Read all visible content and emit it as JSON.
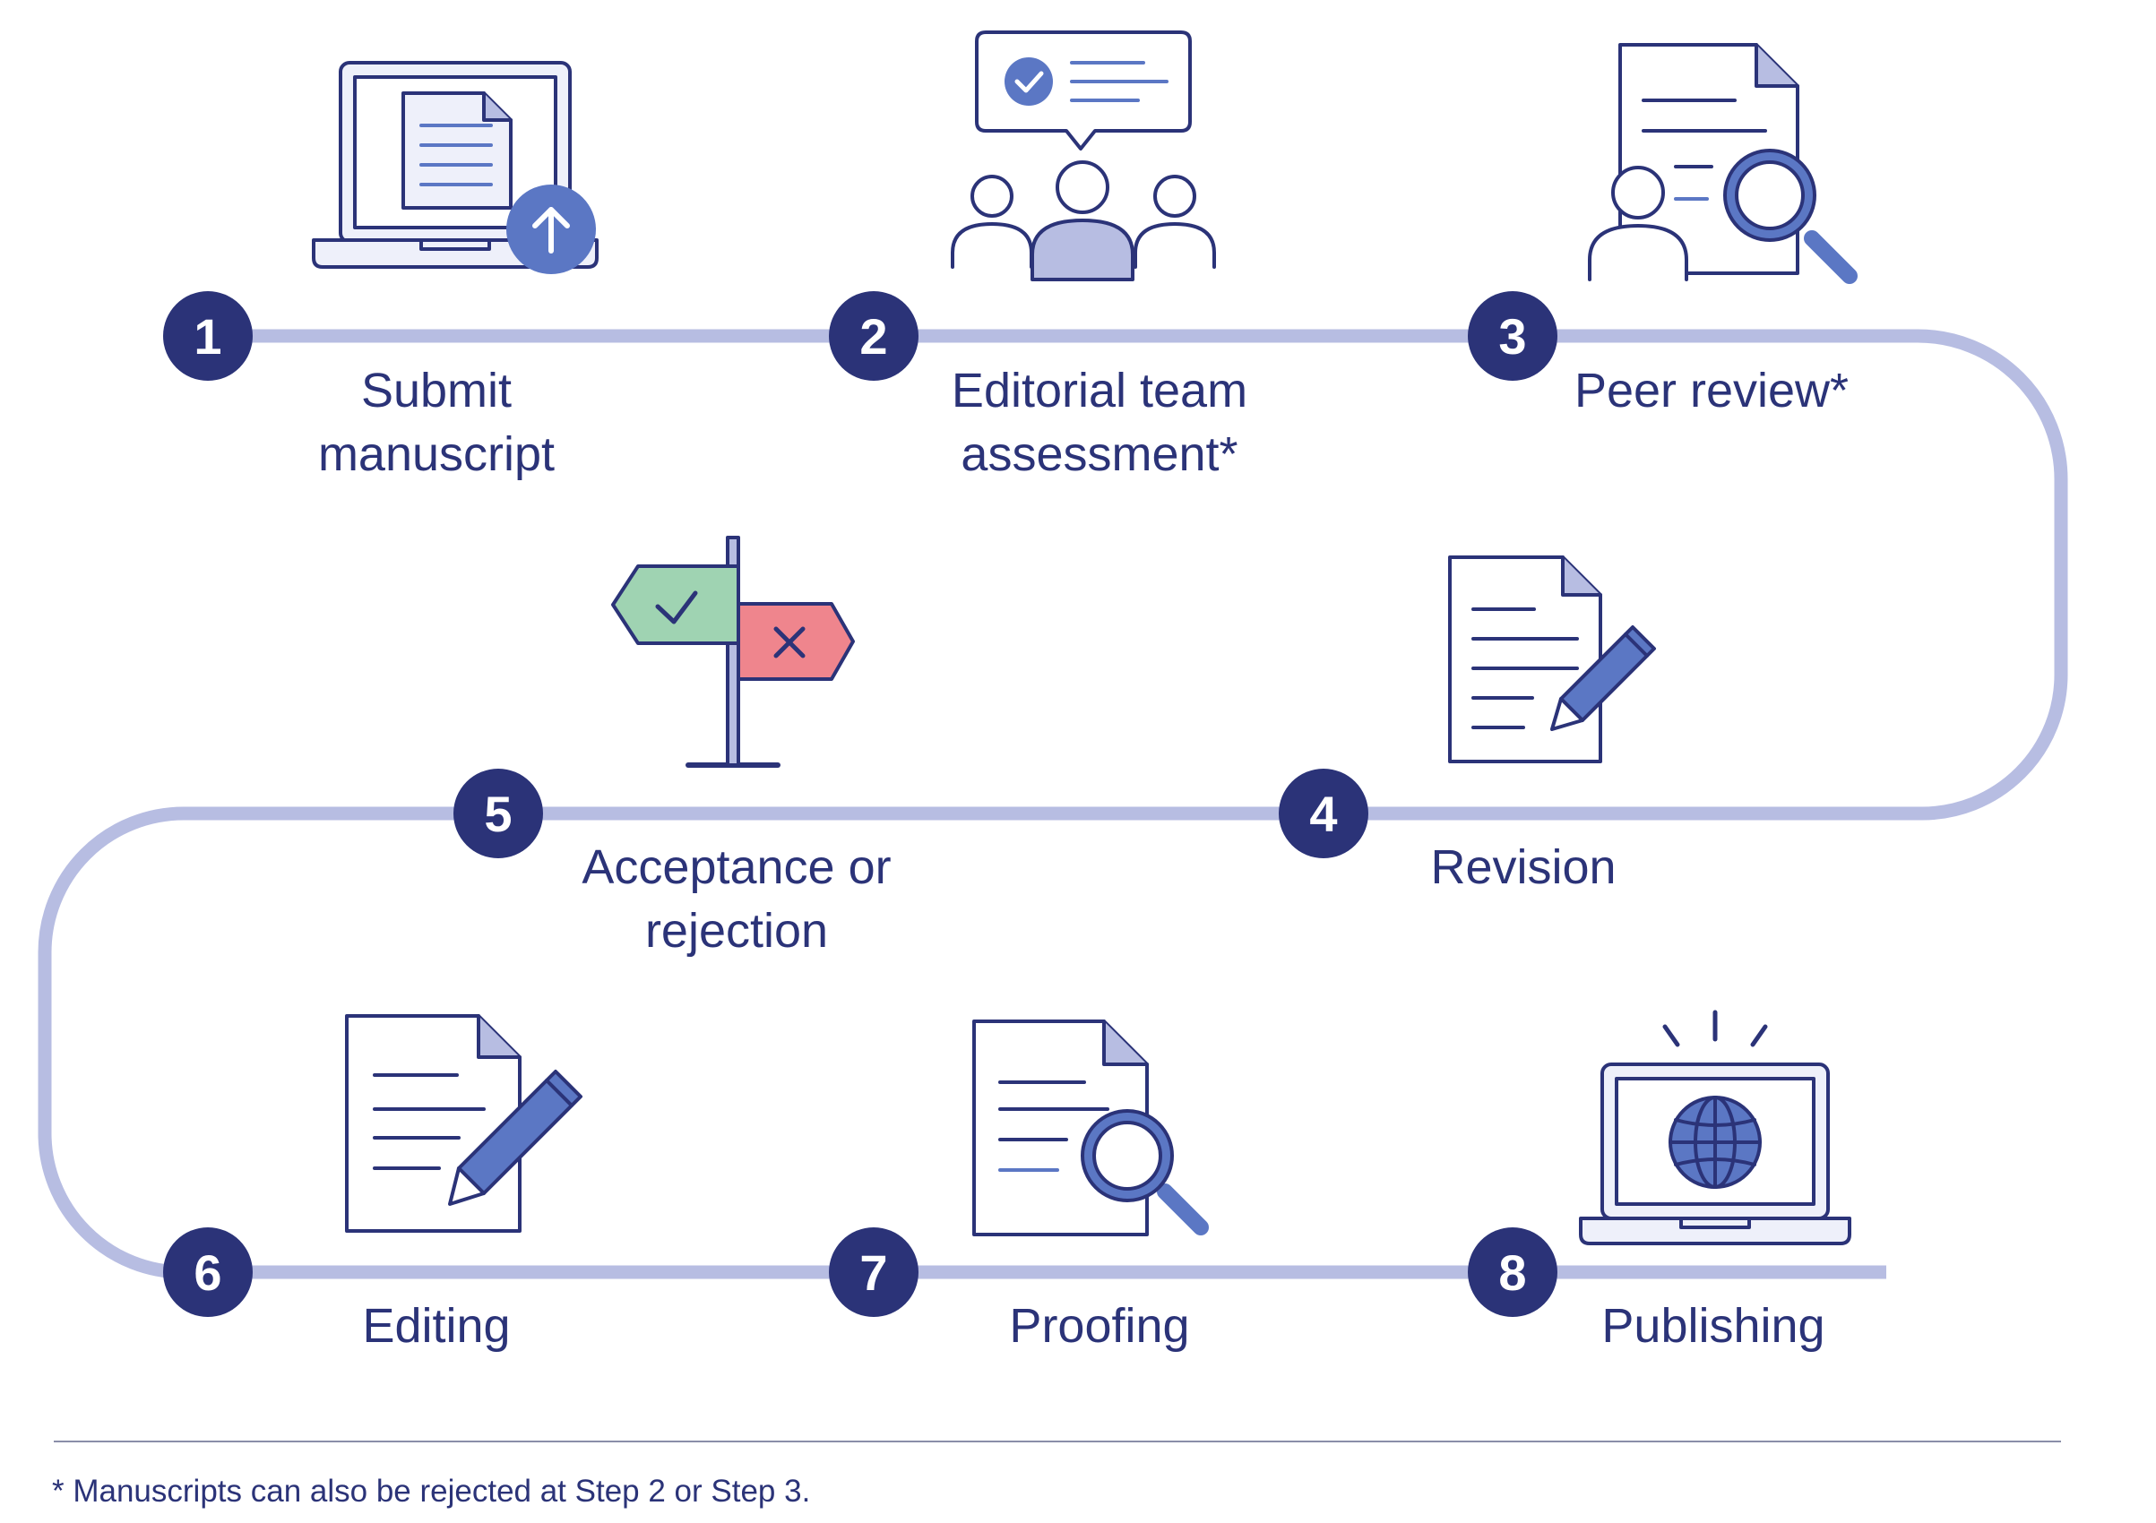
{
  "steps": [
    {
      "number": "1",
      "label_lines": [
        "Submit",
        "manuscript"
      ],
      "icon": "laptop-upload-icon"
    },
    {
      "number": "2",
      "label_lines": [
        "Editorial team",
        "assessment*"
      ],
      "icon": "team-discussion-icon"
    },
    {
      "number": "3",
      "label_lines": [
        "Peer review*"
      ],
      "icon": "reviewer-magnifier-icon"
    },
    {
      "number": "4",
      "label_lines": [
        "Revision"
      ],
      "icon": "document-pencil-icon"
    },
    {
      "number": "5",
      "label_lines": [
        "Acceptance or",
        "rejection"
      ],
      "icon": "signpost-icon"
    },
    {
      "number": "6",
      "label_lines": [
        "Editing"
      ],
      "icon": "document-pencil-icon"
    },
    {
      "number": "7",
      "label_lines": [
        "Proofing"
      ],
      "icon": "document-magnifier-icon"
    },
    {
      "number": "8",
      "label_lines": [
        "Publishing"
      ],
      "icon": "laptop-globe-icon"
    }
  ],
  "footnote": "* Manuscripts can also be rejected at Step 2 or Step 3.",
  "colors": {
    "navy": "#2b3378",
    "path": "#b7bde2",
    "accent_blue": "#5b77c4",
    "light_fill": "#eef0fa",
    "accept_green": "#9fd3b2",
    "reject_red": "#ef858d"
  }
}
